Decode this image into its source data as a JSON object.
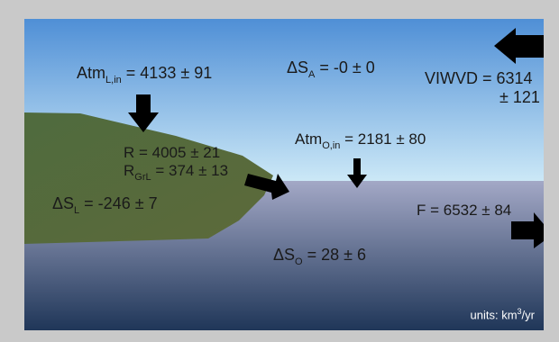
{
  "labels": {
    "atm_l_in": {
      "prefix": "Atm",
      "sub": "L,in",
      "value": "= 4133 ± 91"
    },
    "delta_s_a": {
      "prefix": "ΔS",
      "sub": "A",
      "value": "= -0 ± 0"
    },
    "viwvd_line1": "VIWVD = 6314",
    "viwvd_line2": "± 121",
    "r": "R = 4005 ± 21",
    "r_grl": {
      "prefix": "R",
      "sub": "GrL",
      "value": "= 374 ± 13"
    },
    "atm_o_in": {
      "prefix": "Atm",
      "sub": "O,in",
      "value": "= 2181 ± 80"
    },
    "delta_s_l": {
      "prefix": "ΔS",
      "sub": "L",
      "value": "= -246 ± 7"
    },
    "f": "F = 6532 ± 84",
    "delta_s_o": {
      "prefix": "ΔS",
      "sub": "O",
      "value": "= 28 ± 6"
    },
    "units": {
      "prefix": "units: km",
      "sup": "3",
      "suffix": "/yr"
    }
  },
  "colors": {
    "sky_top": "#4f8fd6",
    "sky_bottom": "#cde9f7",
    "ocean_top": "#a3a8c6",
    "ocean_bottom": "#1f3658",
    "land": "#52693d",
    "arrow": "#000000",
    "frame": "#c9c9c9"
  }
}
